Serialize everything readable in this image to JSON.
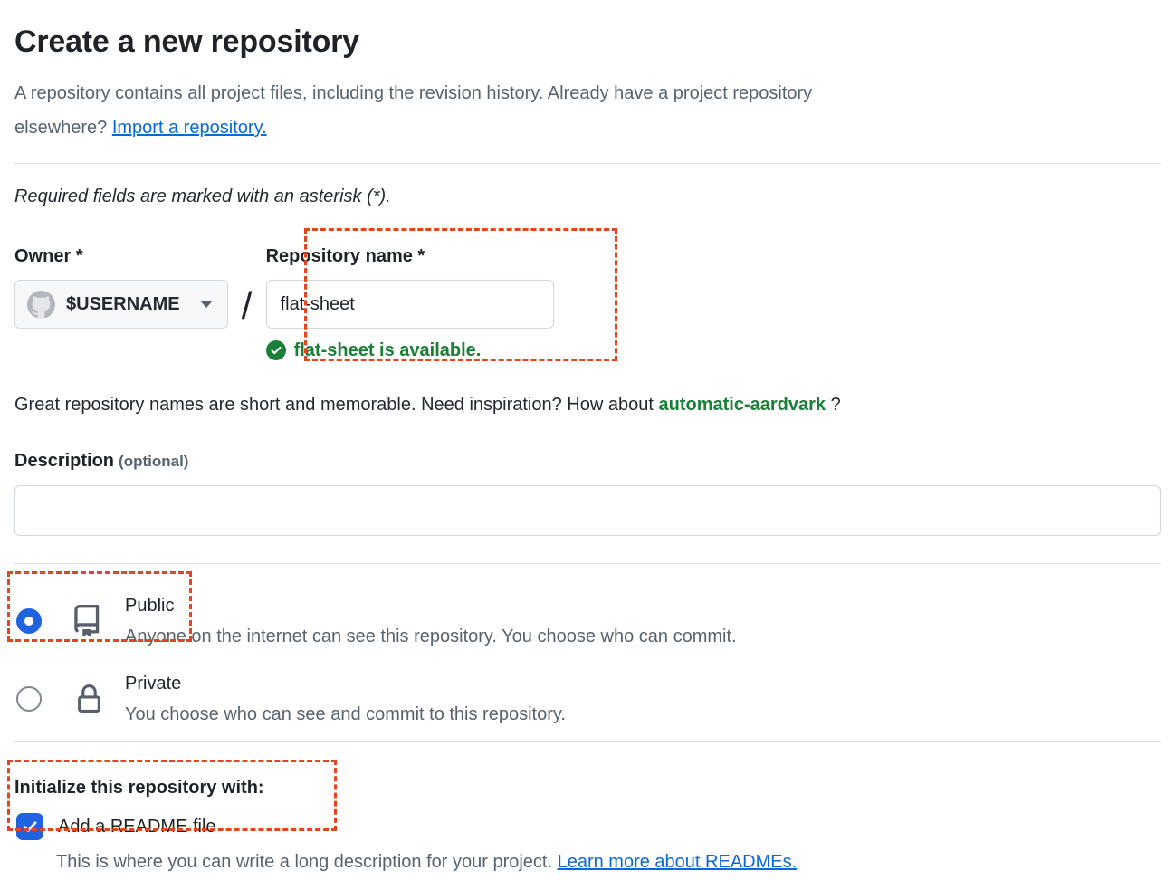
{
  "header": {
    "title": "Create a new repository",
    "intro_line1": "A repository contains all project files, including the revision history. Already have a project repository",
    "intro_line2_prefix": "elsewhere? ",
    "intro_link": "Import a repository.",
    "required_note": "Required fields are marked with an asterisk (*)."
  },
  "owner": {
    "label": "Owner",
    "required_mark": "*",
    "username": "$USERNAME"
  },
  "separator": "/",
  "repo": {
    "label": "Repository name",
    "required_mark": "*",
    "value": "flat-sheet",
    "availability": "flat-sheet is available."
  },
  "suggestion": {
    "before": "Great repository names are short and memorable. Need inspiration? How about ",
    "name": "automatic-aardvark",
    "after": " ?"
  },
  "description": {
    "label": "Description",
    "optional": "(optional)",
    "value": ""
  },
  "visibility": {
    "public": {
      "label": "Public",
      "description": "Anyone on the internet can see this repository. You choose who can commit.",
      "selected": true
    },
    "private": {
      "label": "Private",
      "description": "You choose who can see and commit to this repository.",
      "selected": false
    }
  },
  "initialize": {
    "heading": "Initialize this repository with:",
    "readme_label": "Add a README file",
    "readme_checked": true,
    "help_text": "This is where you can write a long description for your project. ",
    "help_link": "Learn more about READMEs."
  },
  "colors": {
    "accent_blue": "#2063df",
    "link_blue": "#0969da",
    "success_green": "#1a7f37",
    "annotation_red": "#e8431f",
    "muted_text": "#59636e"
  }
}
